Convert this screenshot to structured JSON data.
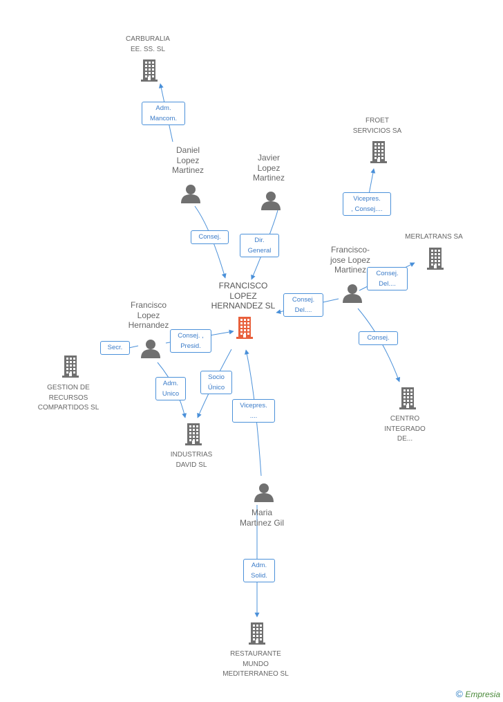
{
  "nodes": {
    "carburalia": {
      "label": "CARBURALIA\nEE.  SS.  SL",
      "kind": "company"
    },
    "daniel": {
      "label": "Daniel\nLopez\nMartinez",
      "kind": "person"
    },
    "javier": {
      "label": "Javier\nLopez\nMartinez",
      "kind": "person"
    },
    "froet": {
      "label": "FROET\nSERVICIOS SA",
      "kind": "company"
    },
    "merlatrans": {
      "label": "MERLATRANS SA",
      "kind": "company"
    },
    "franciscojose": {
      "label": "Francisco-\njose Lopez\nMartinez",
      "kind": "person"
    },
    "main": {
      "label": "FRANCISCO\nLOPEZ\nHERNANDEZ SL",
      "kind": "company-main"
    },
    "franciscolh": {
      "label": "Francisco\nLopez\nHernandez",
      "kind": "person"
    },
    "gestion": {
      "label": "GESTION DE\nRECURSOS\nCOMPARTIDOS SL",
      "kind": "company"
    },
    "industrias": {
      "label": "INDUSTRIAS\nDAVID SL",
      "kind": "company"
    },
    "centro": {
      "label": "CENTRO\nINTEGRADO\nDE...",
      "kind": "company"
    },
    "maria": {
      "label": "Maria\nMartinez Gil",
      "kind": "person"
    },
    "restaurante": {
      "label": "RESTAURANTE\nMUNDO\nMEDITERRANEO SL",
      "kind": "company"
    }
  },
  "edges": {
    "daniel_carburalia": "Adm.\nMancom.",
    "daniel_main": "Consej.",
    "javier_main": "Dir.\nGeneral",
    "fj_froet": "Vicepres.\n, Consej....",
    "fj_merlatrans": "Consej.\nDel....",
    "fj_main": "Consej.\nDel....",
    "fj_centro": "Consej.",
    "flh_gestion": "Secr.",
    "flh_main": "Consej. ,\nPresid.",
    "flh_industrias": "Adm.\nUnico",
    "main_industrias": "Socio\nÚnico",
    "maria_main": "Vicepres.\n....",
    "maria_restaurante": "Adm.\nSolid."
  },
  "colors": {
    "main_company": "#e8603c",
    "company": "#707070",
    "person": "#707070",
    "edge": "#4a90d9"
  },
  "footer": {
    "copyright": "©",
    "brand": "Empresia"
  }
}
